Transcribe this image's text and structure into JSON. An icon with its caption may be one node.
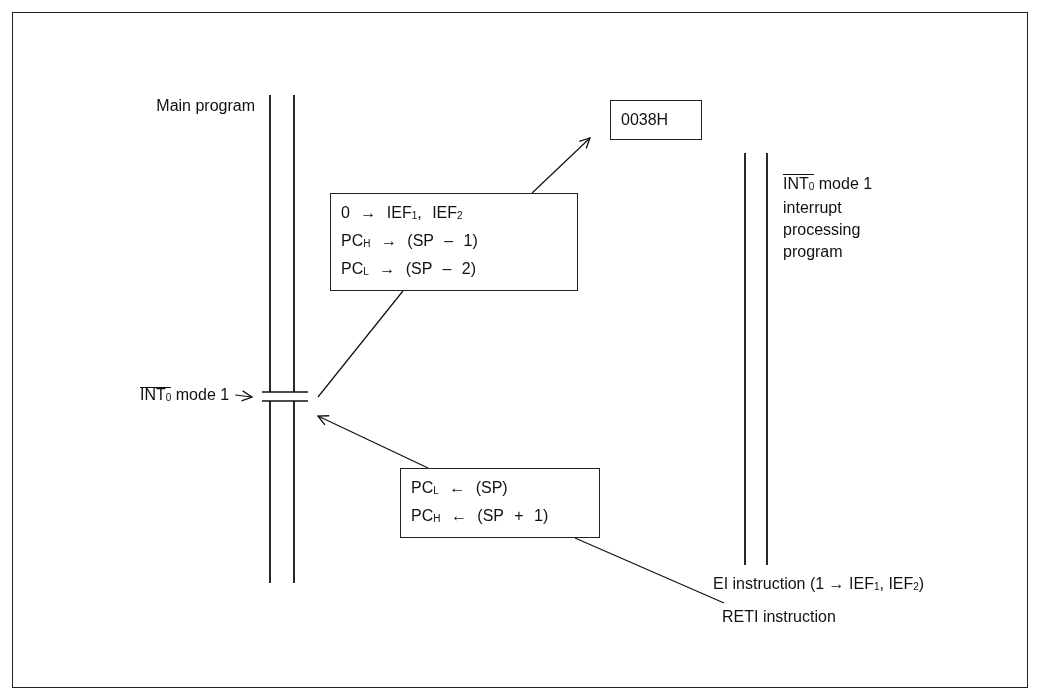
{
  "diagram": {
    "nodes": [
      {
        "text": [],
        "shape": "bar",
        "beside": [
          "Main program"
        ]
      },
      {
        "text": [
          "INT$_{0}$ mode 1"
        ]
      },
      {
        "text": [
          "0 → IEF$_{1}$, IEF$_{2}$",
          "PC$_{H}$ → (SP – 1)",
          "PC$_{L}$ → (SP – 2)"
        ]
      },
      {
        "text": [
          "0038H"
        ]
      },
      {
        "text": [],
        "shape": "bar",
        "beside": [
          "INT$_{0}$ mode 1 interrupt processing program",
          "EI instruction (1 → IEF$_{1}$, IEF$_{2}$)"
        ]
      },
      {
        "text": [
          "PC$_{L}$ ← (SP)",
          "PC$_{H}$ ← (SP + 1)"
        ]
      },
      {
        "text": [
          "RETI instruction"
        ]
      }
    ],
    "edges": [
      {
        "from": 1,
        "to": 0,
        "arrow": "to"
      },
      {
        "from": 0,
        "to": 2,
        "arrow": "none"
      },
      {
        "from": 2,
        "to": 3,
        "arrow": "to"
      },
      {
        "from": 6,
        "to": 5,
        "arrow": "none"
      },
      {
        "from": 5,
        "to": 0,
        "arrow": "to"
      }
    ]
  }
}
